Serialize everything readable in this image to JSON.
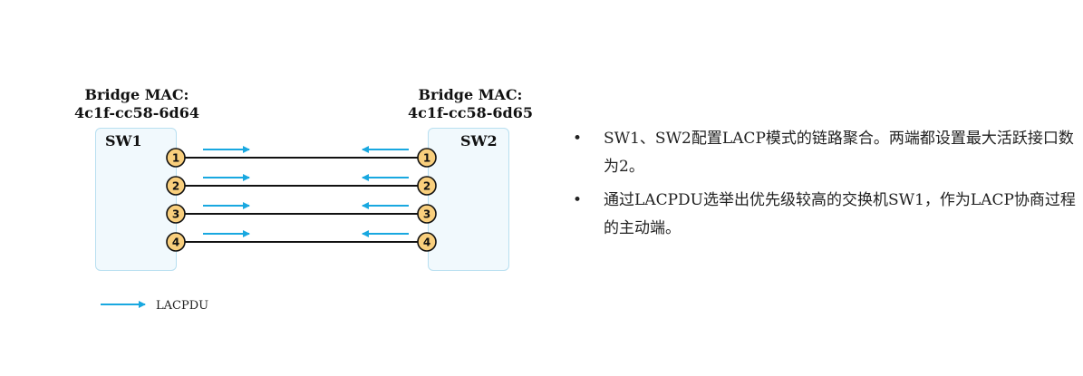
{
  "sw1": {
    "mac_title": "Bridge MAC:",
    "mac_value": "4c1f-cc58-6d64",
    "name": "SW1"
  },
  "sw2": {
    "mac_title": "Bridge MAC:",
    "mac_value": "4c1f-cc58-6d65",
    "name": "SW2"
  },
  "links": [
    {
      "port": "1"
    },
    {
      "port": "2"
    },
    {
      "port": "3"
    },
    {
      "port": "4"
    }
  ],
  "legend": {
    "label": "LACPDU"
  },
  "colors": {
    "arrow": "#19a8e0",
    "port_fill": "#f9cf7d",
    "box_fill": "#f1f9fd",
    "box_border": "#b8dff0"
  },
  "bullets": [
    "SW1、SW2配置LACP模式的链路聚合。两端都设置最大活跃接口数为2。",
    "通过LACPDU选举出优先级较高的交换机SW1，作为LACP协商过程的主动端。"
  ]
}
